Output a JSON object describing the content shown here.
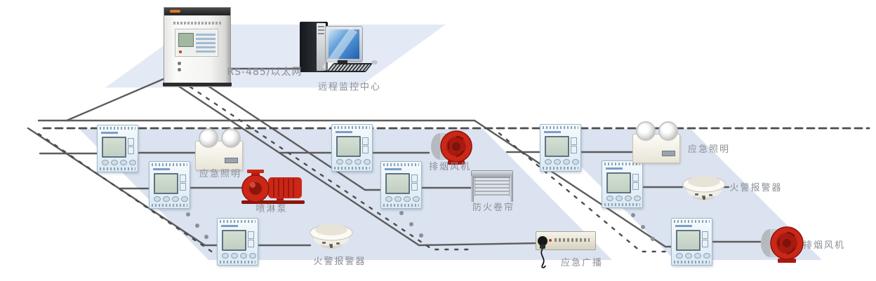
{
  "labels": {
    "backbone": "RS-485/以太网",
    "monitoring_center": "远程监控中心",
    "emergency_light_left": "应急照明",
    "spray_pump": "喷淋泵",
    "smoke_fan_mid": "排烟风机",
    "fire_shutter": "防火卷帘",
    "fire_alarm_bottom": "火警报警器",
    "emergency_broadcast": "应急广播",
    "emergency_light_right": "应急照明",
    "fire_alarm_right": "火警报警器",
    "smoke_fan_right": "排烟风机"
  },
  "colors": {
    "accent_red": "#cb2716",
    "floor_plane": "#dbe2f0",
    "wire": "#5c5c5c",
    "label_text": "#8b9096"
  }
}
